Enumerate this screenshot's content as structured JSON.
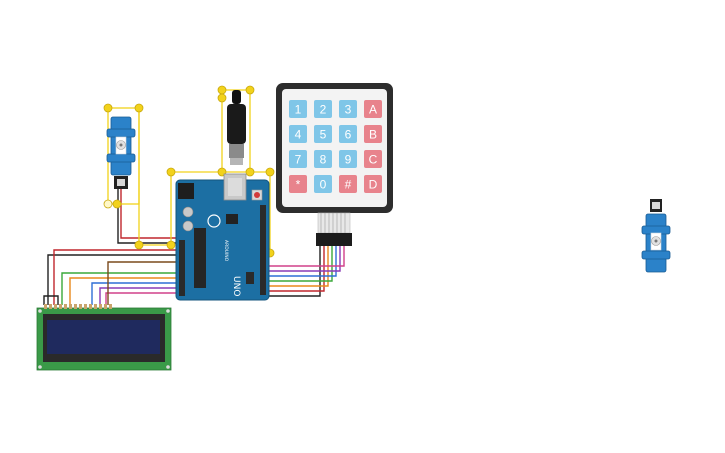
{
  "arduino": {
    "model_label": "UNO",
    "brand_label": "ARDUINO"
  },
  "keypad": {
    "keys": [
      [
        "1",
        "2",
        "3",
        "A"
      ],
      [
        "4",
        "5",
        "6",
        "B"
      ],
      [
        "7",
        "8",
        "9",
        "C"
      ],
      [
        "*",
        "0",
        "#",
        "D"
      ]
    ],
    "colors": {
      "number": "#7fc6e8",
      "letter": "#e8838c",
      "body": "#2d2d2d"
    }
  },
  "colors": {
    "selection": "#f2d21b",
    "board": "#1c6fa3",
    "lcd_pcb": "#3a9a48",
    "lcd_screen": "#1f2a5e",
    "servo": "#2b82c9"
  }
}
